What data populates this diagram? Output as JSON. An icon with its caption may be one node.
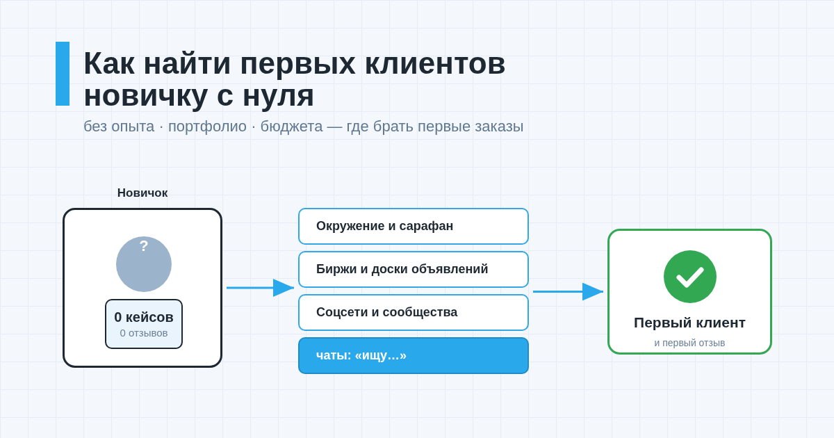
{
  "diagram": {
    "title": "Как найти первых клиентов новичку с нуля",
    "nodes": [
      {
        "text": [
          "Новичок"
        ]
      },
      {
        "text": [
          "0 кейсов",
          "0 отзывов"
        ],
        "in": 0
      },
      {
        "text": [
          "Окружение и сарафан"
        ]
      },
      {
        "text": [
          "Биржи и доски объявлений"
        ]
      },
      {
        "text": [
          "Соцсети и сообщества"
        ]
      },
      {
        "text": [
          "чаты: «ищу…»"
        ]
      },
      {
        "text": [
          "Первый клиент",
          "и первый отзыв"
        ]
      }
    ],
    "edges": [
      {
        "from": 0,
        "to": 3,
        "arrow": "to"
      },
      {
        "from": 3,
        "to": 6,
        "arrow": "to"
      }
    ],
    "labels": [
      "без опыта · портфолио · бюджета — где брать первые заказы",
      "?"
    ]
  }
}
